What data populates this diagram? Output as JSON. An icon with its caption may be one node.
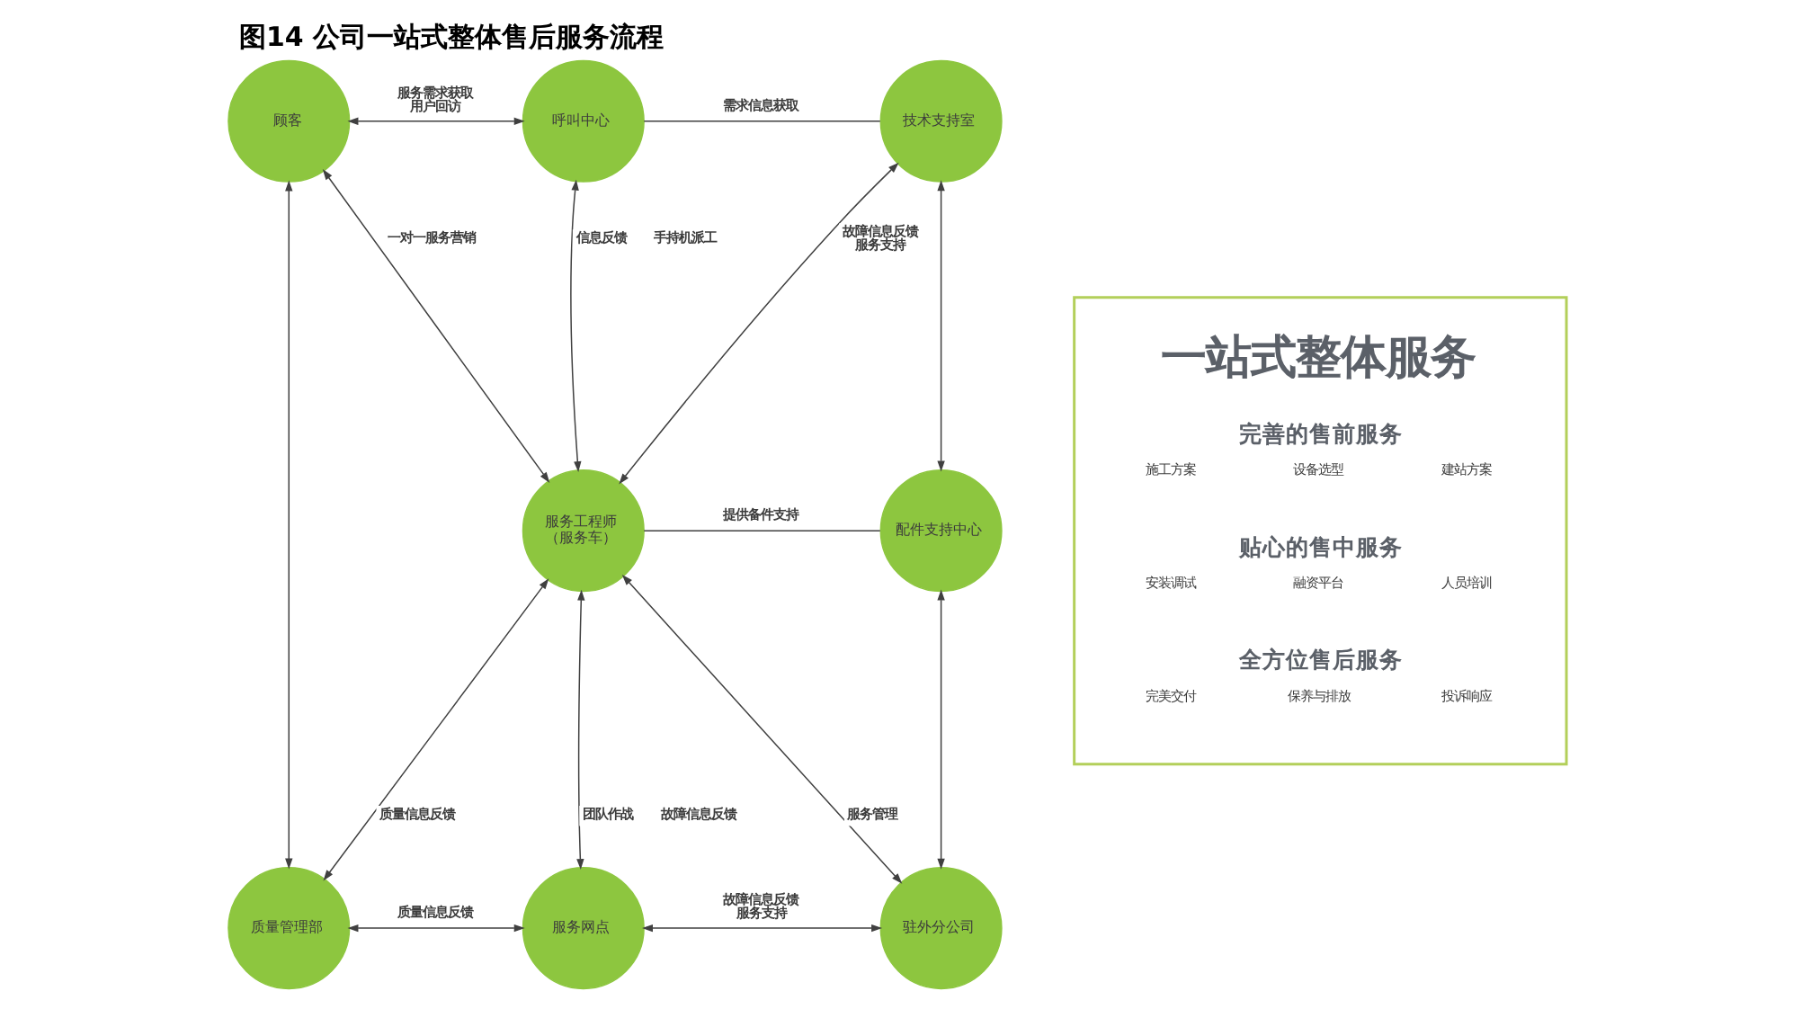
{
  "diagram": {
    "title": "图14 公司一站式整体售后服务流程",
    "nodes": [
      {
        "text": [
          "顾客"
        ]
      },
      {
        "text": [
          "呼叫中心"
        ]
      },
      {
        "text": [
          "技术支持室"
        ]
      },
      {
        "text": [
          "服务工程师（服务车）"
        ]
      },
      {
        "text": [
          "配件支持中心"
        ]
      },
      {
        "text": [
          "质量管理部"
        ]
      },
      {
        "text": [
          "服务网点"
        ]
      },
      {
        "text": [
          "驻外分公司"
        ]
      },
      {
        "text": [
          "一站式整体服务",
          "完善的售前服务",
          "施工方案",
          "设备选型",
          "建站方案",
          "贴心的售中服务",
          "安装调试",
          "融资平台",
          "人员培训",
          "全方位售后服务",
          "完美交付",
          "保养与排放",
          "投诉响应"
        ]
      }
    ],
    "edges": [
      {
        "from": 0,
        "to": 1,
        "arrow": "both",
        "label": "服务需求获取用户回访"
      },
      {
        "from": 1,
        "to": 2,
        "arrow": "none",
        "label": "需求信息获取"
      },
      {
        "from": 0,
        "to": 3,
        "arrow": "both",
        "label": "一对一服务营销"
      },
      {
        "from": 1,
        "to": 3,
        "arrow": "both",
        "label": "信息反馈 手持机派工"
      },
      {
        "from": 2,
        "to": 3,
        "arrow": "both",
        "label": "故障信息反馈服务支持"
      },
      {
        "from": 2,
        "to": 4,
        "arrow": "both"
      },
      {
        "from": 0,
        "to": 5,
        "arrow": "both"
      },
      {
        "from": 3,
        "to": 4,
        "arrow": "none",
        "label": "提供备件支持"
      },
      {
        "from": 3,
        "to": 5,
        "arrow": "both",
        "label": "质量信息反馈"
      },
      {
        "from": 3,
        "to": 6,
        "arrow": "both",
        "label": "团队作战 故障信息反馈"
      },
      {
        "from": 3,
        "to": 7,
        "arrow": "both",
        "label": "服务管理"
      },
      {
        "from": 4,
        "to": 7,
        "arrow": "both"
      },
      {
        "from": 5,
        "to": 6,
        "arrow": "both",
        "label": "质量信息反馈"
      },
      {
        "from": 6,
        "to": 7,
        "arrow": "both",
        "label": "故障信息反馈服务支持"
      }
    ]
  }
}
